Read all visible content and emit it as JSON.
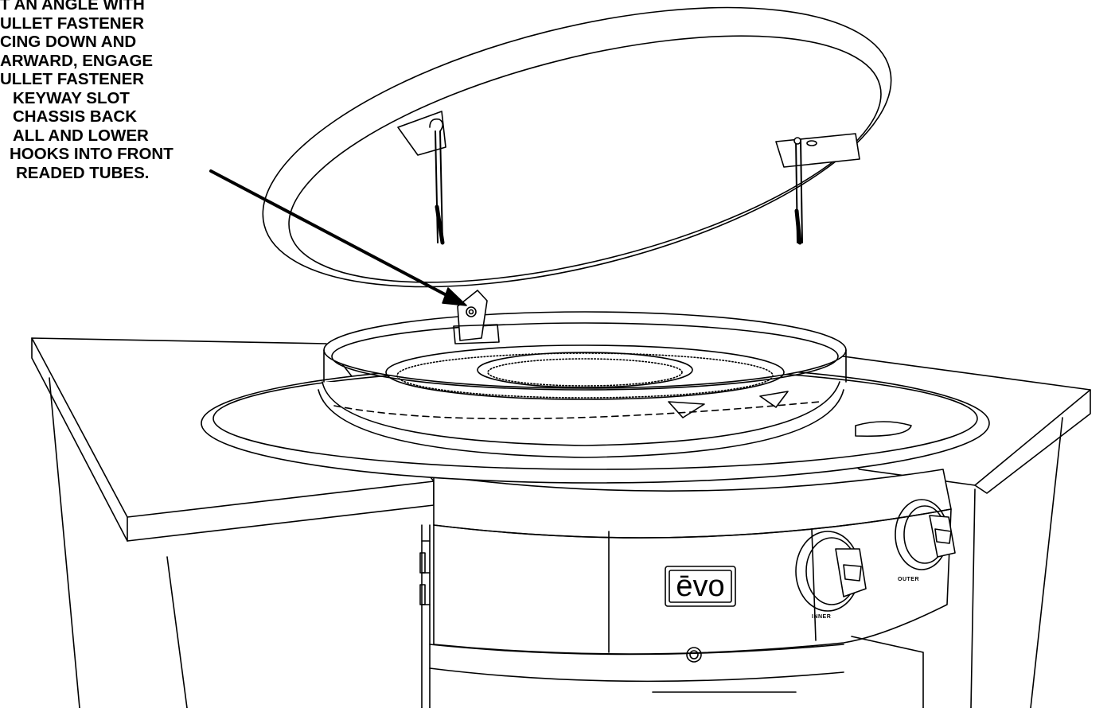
{
  "instruction_lines": [
    "T AN ANGLE WITH",
    "ULLET FASTENER",
    "CING DOWN AND",
    "ARWARD, ENGAGE",
    "ULLET FASTENER",
    "KEYWAY SLOT",
    "CHASSIS BACK",
    "ALL AND LOWER",
    "HOOKS INTO FRONT",
    "READED TUBES."
  ],
  "brand_label": "ēvo",
  "knobs": {
    "inner_label": "INNER",
    "outer_label": "OUTER"
  },
  "colors": {
    "line": "#000000",
    "background": "#ffffff"
  }
}
